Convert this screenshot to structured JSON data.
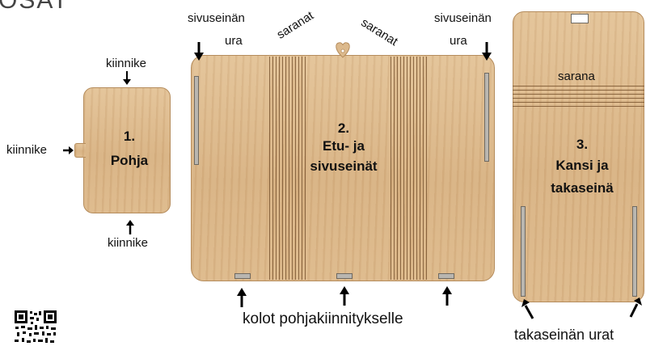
{
  "heading": "OSAT",
  "parts": {
    "pohja": {
      "number": "1.",
      "name": "Pohja"
    },
    "etu": {
      "number": "2.",
      "name_line1": "Etu- ja",
      "name_line2": "sivuseinät"
    },
    "kansi": {
      "number": "3.",
      "name_line1": "Kansi ja",
      "name_line2": "takaseinä"
    }
  },
  "labels": {
    "kiinnike_top": "kiinnike",
    "kiinnike_left": "kiinnike",
    "kiinnike_bottom": "kiinnike",
    "sivuseinan_ura_left_1": "sivuseinän",
    "sivuseinan_ura_left_2": "ura",
    "sivuseinan_ura_right_1": "sivuseinän",
    "sivuseinan_ura_right_2": "ura",
    "saranat_left": "saranat",
    "saranat_right": "saranat",
    "sarana": "sarana",
    "kolot": "kolot pohjakiinnitykselle",
    "takaseinan_urat": "takaseinän urat"
  },
  "icons": {
    "qr": "qr-code-icon"
  }
}
